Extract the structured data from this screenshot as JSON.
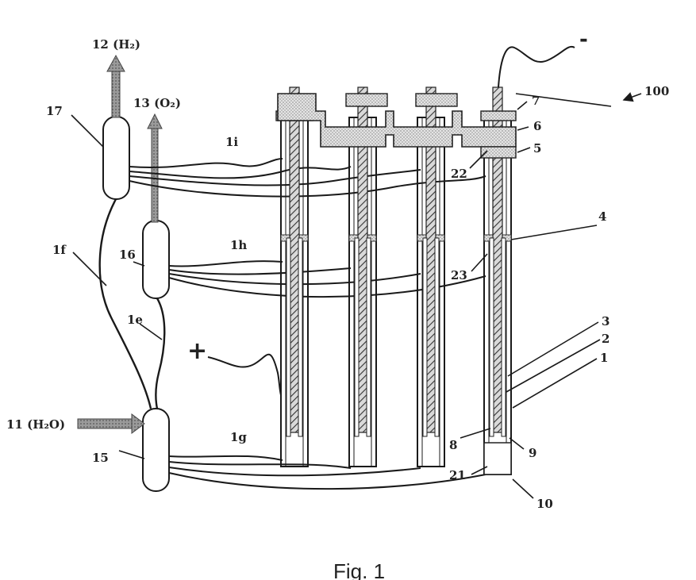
{
  "figure": {
    "caption": "Fig. 1",
    "reference_numeral": "100",
    "polarity_negative": "-",
    "polarity_positive": "+",
    "labels": {
      "out_h2": "12 (H₂)",
      "out_o2": "13 (O₂)",
      "in_water": "11 (H₂O)",
      "vessel_17": "17",
      "vessel_16": "16",
      "vessel_15": "15",
      "line_1f": "1f",
      "line_1e": "1e",
      "line_1i": "1i",
      "line_1h": "1h",
      "line_1g": "1g",
      "n1": "1",
      "n2": "2",
      "n3": "3",
      "n4": "4",
      "n5": "5",
      "n6": "6",
      "n7": "7",
      "n8": "8",
      "n9": "9",
      "n10": "10",
      "n21": "21",
      "n22": "22",
      "n23": "23"
    }
  }
}
